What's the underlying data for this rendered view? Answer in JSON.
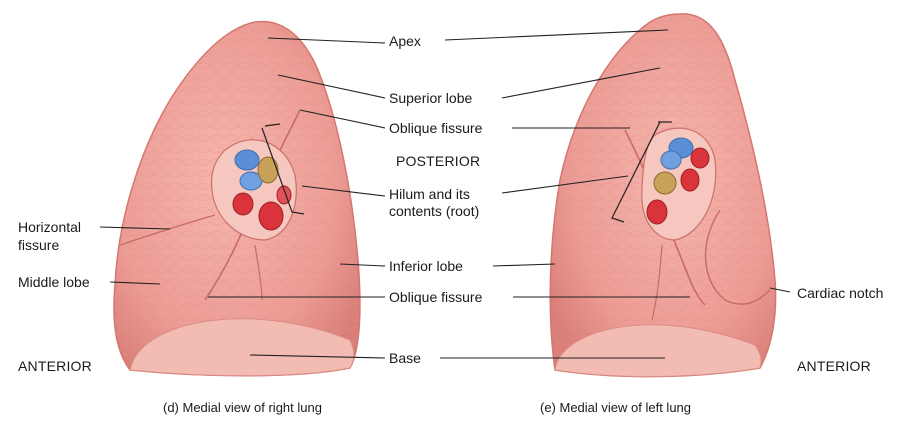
{
  "labels": {
    "apex": "Apex",
    "superior_lobe": "Superior lobe",
    "oblique_fissure_upper": "Oblique fissure",
    "posterior": "POSTERIOR",
    "hilum_line1": "Hilum and its",
    "hilum_line2": "contents (root)",
    "horizontal_fissure_line1": "Horizontal",
    "horizontal_fissure_line2": "fissure",
    "middle_lobe": "Middle lobe",
    "inferior_lobe": "Inferior lobe",
    "oblique_fissure_lower": "Oblique fissure",
    "cardiac_notch": "Cardiac notch",
    "base": "Base",
    "anterior_left": "ANTERIOR",
    "anterior_right": "ANTERIOR"
  },
  "captions": {
    "right_lung": "(d) Medial view of right lung",
    "left_lung": "(e) Medial view of left lung"
  },
  "colors": {
    "lung_fill": "#efa09a",
    "lung_edge": "#d9807a",
    "lung_base": "#f2b6ad",
    "artery": "#d9333b",
    "vein": "#5a8fd6",
    "bronchus": "#c9a25a",
    "leader": "#222222"
  }
}
